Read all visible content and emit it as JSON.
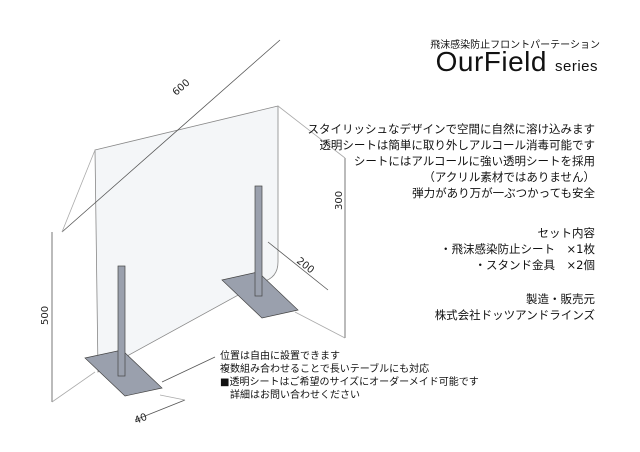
{
  "header": {
    "subtitle": "飛沫感染防止フロントパーテーション",
    "brand": "OurField",
    "brand_suffix": "series"
  },
  "description": [
    "スタイリッシュなデザインで空間に自然に溶け込みます",
    "透明シートは簡単に取り外しアルコール消毒可能です",
    "シートにはアルコールに強い透明シートを採用",
    "（アクリル素材ではありません）",
    "弾力があり万が一ぶつかっても安全"
  ],
  "set_contents": {
    "title": "セット内容",
    "items": [
      "・飛沫感染防止シート　×1枚",
      "・スタンド金具　×2個"
    ]
  },
  "maker": {
    "title": "製造・販売元",
    "name": "株式会社ドッツアンドラインズ"
  },
  "notes": [
    "位置は自由に設置できます",
    "複数組み合わせることで長いテーブルにも対応",
    "■透明シートはご希望のサイズにオーダーメイド可能です",
    "　詳細はお問い合わせください"
  ],
  "dimensions": {
    "width": "600",
    "height": "500",
    "upper": "300",
    "foot_length": "200",
    "foot_width": "40"
  }
}
